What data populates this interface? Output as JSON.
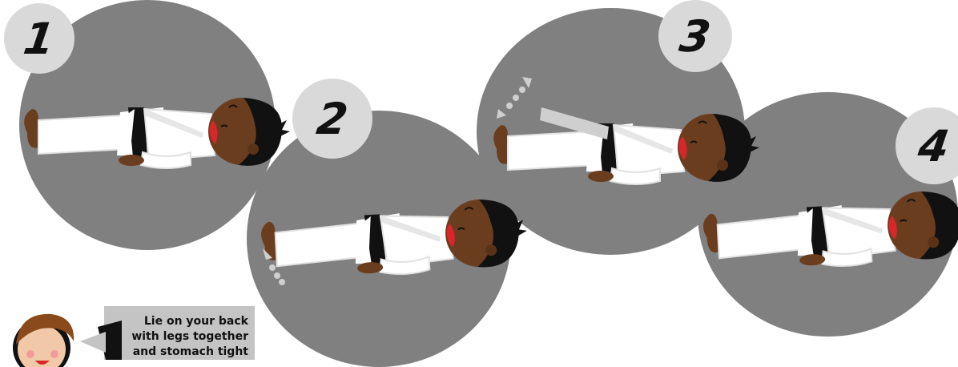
{
  "steps": [
    {
      "number": "1"
    },
    {
      "number": "2"
    },
    {
      "number": "3"
    },
    {
      "number": "4"
    }
  ],
  "instructor": {
    "tip_text": "Lie on your back\nwith legs together\nand stomach tight"
  },
  "colors": {
    "circle": "#808080",
    "badge": "#d9d9d9",
    "skin": "#6b3d1f",
    "hair": "#111111",
    "uniform": "#ffffff",
    "belt": "#111111",
    "mouth": "#d9262b",
    "arrow": "#cfcfcf"
  }
}
